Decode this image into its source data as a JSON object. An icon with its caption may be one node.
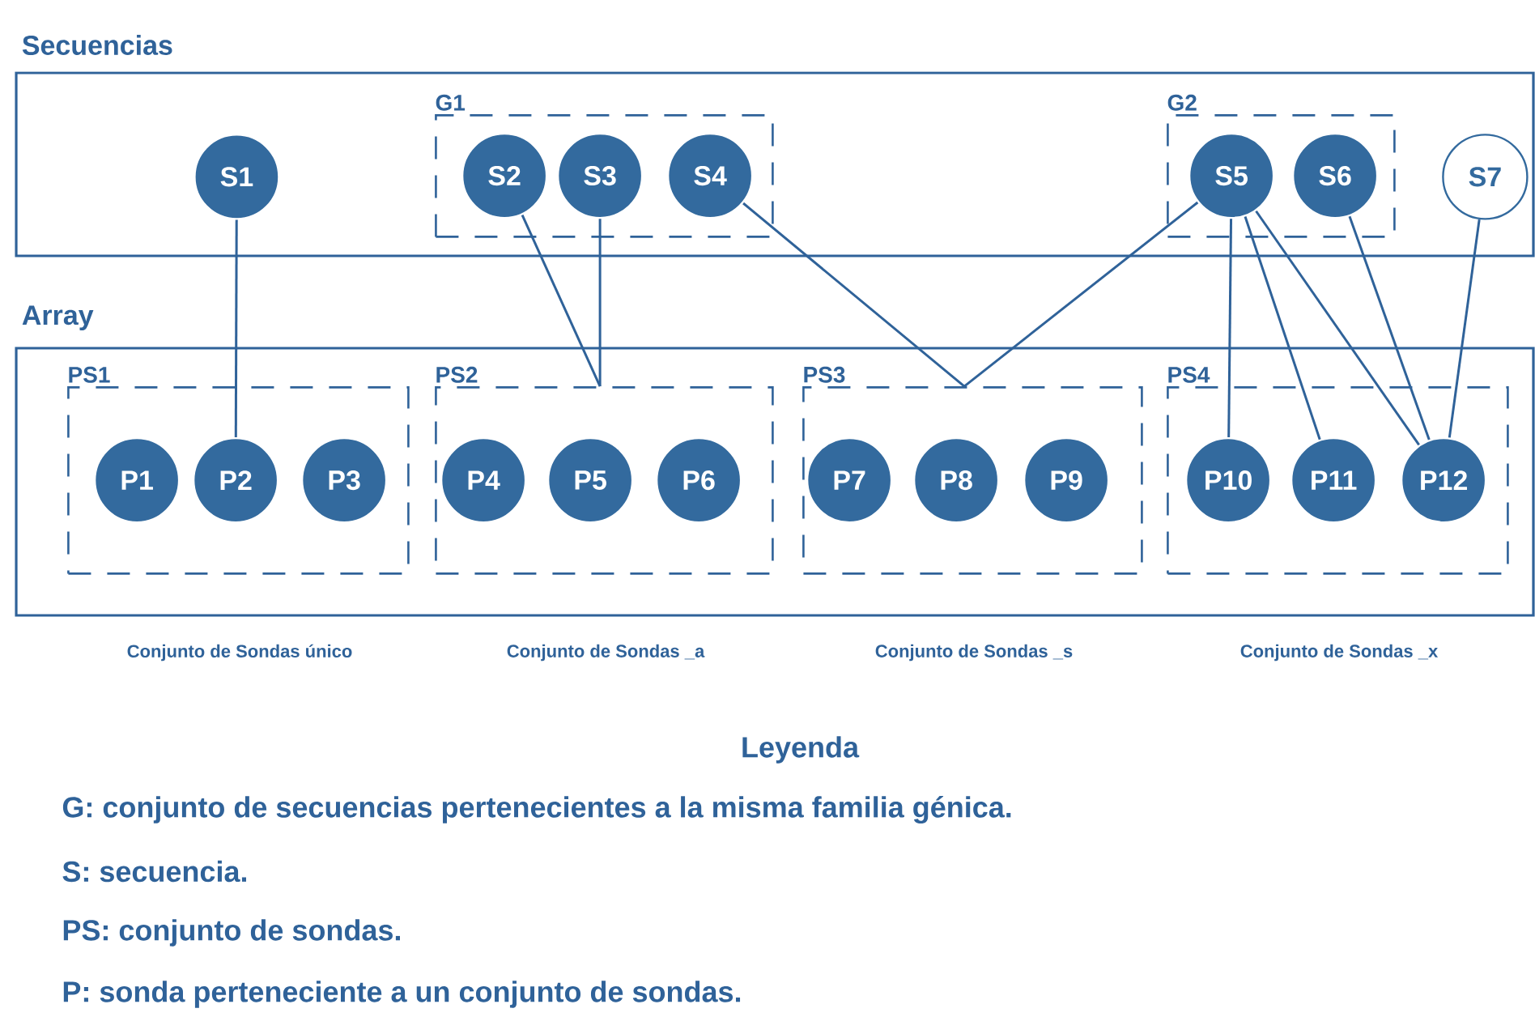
{
  "diagram": {
    "nodes": [
      {
        "text": [
          "Secuencias"
        ]
      },
      {
        "text": [
          "S1"
        ],
        "in": 0
      },
      {
        "text": [
          "G1"
        ],
        "in": 0
      },
      {
        "text": [
          "S2"
        ],
        "in": 2
      },
      {
        "text": [
          "S3"
        ],
        "in": 2
      },
      {
        "text": [
          "S4"
        ],
        "in": 2
      },
      {
        "text": [
          "G2"
        ],
        "in": 0
      },
      {
        "text": [
          "S5"
        ],
        "in": 6
      },
      {
        "text": [
          "S6"
        ],
        "in": 6
      },
      {
        "text": [
          "S7"
        ],
        "in": 0
      },
      {
        "text": [
          "Array"
        ]
      },
      {
        "text": [
          "PS1"
        ],
        "in": 10,
        "beside": [
          "Conjunto de Sondas único"
        ]
      },
      {
        "text": [
          "P1"
        ],
        "in": 11
      },
      {
        "text": [
          "P2"
        ],
        "in": 11
      },
      {
        "text": [
          "P3"
        ],
        "in": 11
      },
      {
        "text": [
          "PS2"
        ],
        "in": 10,
        "beside": [
          "Conjunto de Sondas _a"
        ]
      },
      {
        "text": [
          "P4"
        ],
        "in": 15
      },
      {
        "text": [
          "P5"
        ],
        "in": 15
      },
      {
        "text": [
          "P6"
        ],
        "in": 15
      },
      {
        "text": [
          "PS3"
        ],
        "in": 10,
        "beside": [
          "Conjunto de Sondas _s"
        ]
      },
      {
        "text": [
          "P7"
        ],
        "in": 19
      },
      {
        "text": [
          "P8"
        ],
        "in": 19
      },
      {
        "text": [
          "P9"
        ],
        "in": 19
      },
      {
        "text": [
          "PS4"
        ],
        "in": 10,
        "beside": [
          "Conjunto de Sondas _x"
        ]
      },
      {
        "text": [
          "P10"
        ],
        "in": 23
      },
      {
        "text": [
          "P11"
        ],
        "in": 23
      },
      {
        "text": [
          "P12"
        ],
        "in": 23
      }
    ],
    "edges": [
      {
        "from": 1,
        "to": 13,
        "arrow": "none"
      },
      {
        "from": 3,
        "to": 15,
        "arrow": "none"
      },
      {
        "from": 4,
        "to": 15,
        "arrow": "none"
      },
      {
        "from": 5,
        "to": 19,
        "arrow": "none"
      },
      {
        "from": 7,
        "to": 19,
        "arrow": "none"
      },
      {
        "from": 7,
        "to": 24,
        "arrow": "none"
      },
      {
        "from": 7,
        "to": 25,
        "arrow": "none"
      },
      {
        "from": 7,
        "to": 26,
        "arrow": "none"
      },
      {
        "from": 8,
        "to": 26,
        "arrow": "none"
      },
      {
        "from": 9,
        "to": 26,
        "arrow": "none"
      }
    ],
    "labels": [
      "Leyenda"
    ],
    "legend": [
      {
        "text": "G: conjunto de secuencias pertenecientes a la misma familia génica."
      },
      {
        "text": "S: secuencia."
      },
      {
        "text": "PS: conjunto de sondas."
      },
      {
        "text": "P: sonda perteneciente a un conjunto de sondas."
      }
    ]
  }
}
